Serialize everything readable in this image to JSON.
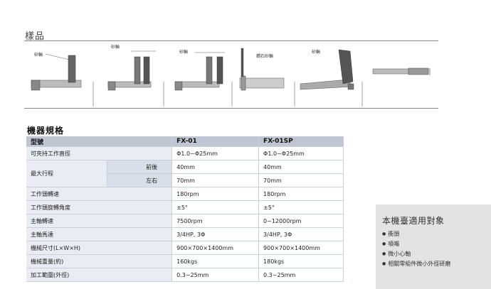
{
  "samples": {
    "title": "樣品",
    "labels": [
      "砂輪",
      "砂輪",
      "砂輪",
      "鑽石砂輪",
      "砂輪"
    ]
  },
  "spec": {
    "title": "機器規格",
    "headers": [
      "型號",
      "FX-01",
      "FX-01SP"
    ],
    "rows": [
      {
        "label": "可夾持工作直徑",
        "fx01": "Φ1.0~Φ25mm",
        "fx01sp": "Φ1.0~Φ25mm"
      },
      {
        "label": "最大行程",
        "sub": "前後",
        "fx01": "40mm",
        "fx01sp": "40mm"
      },
      {
        "sub": "左右",
        "fx01": "70mm",
        "fx01sp": "70mm"
      },
      {
        "label": "工作頭轉速",
        "fx01": "180rpm",
        "fx01sp": "180rpm"
      },
      {
        "label": "工作頭旋轉角度",
        "fx01": "±5°",
        "fx01sp": "±5°"
      },
      {
        "label": "主軸轉速",
        "fx01": "7500rpm",
        "fx01sp": "0~12000rpm"
      },
      {
        "label": "主軸馬達",
        "fx01": "3/4HP, 3Φ",
        "fx01sp": "3/4HP, 3Φ"
      },
      {
        "label": "機械尺寸(L×W×H)",
        "fx01": "900×700×1400mm",
        "fx01sp": "900×700×1400mm"
      },
      {
        "label": "機械重量(約)",
        "fx01": "160kgs",
        "fx01sp": "180kgs"
      },
      {
        "label": "加工範圍(外徑)",
        "fx01": "0.3~25mm",
        "fx01sp": "0.3~25mm"
      }
    ]
  },
  "applications": {
    "title": "本機臺適用對象",
    "items": [
      "衝頭",
      "噴嘴",
      "微小心軸",
      "相關零組件微小外徑研磨"
    ]
  }
}
